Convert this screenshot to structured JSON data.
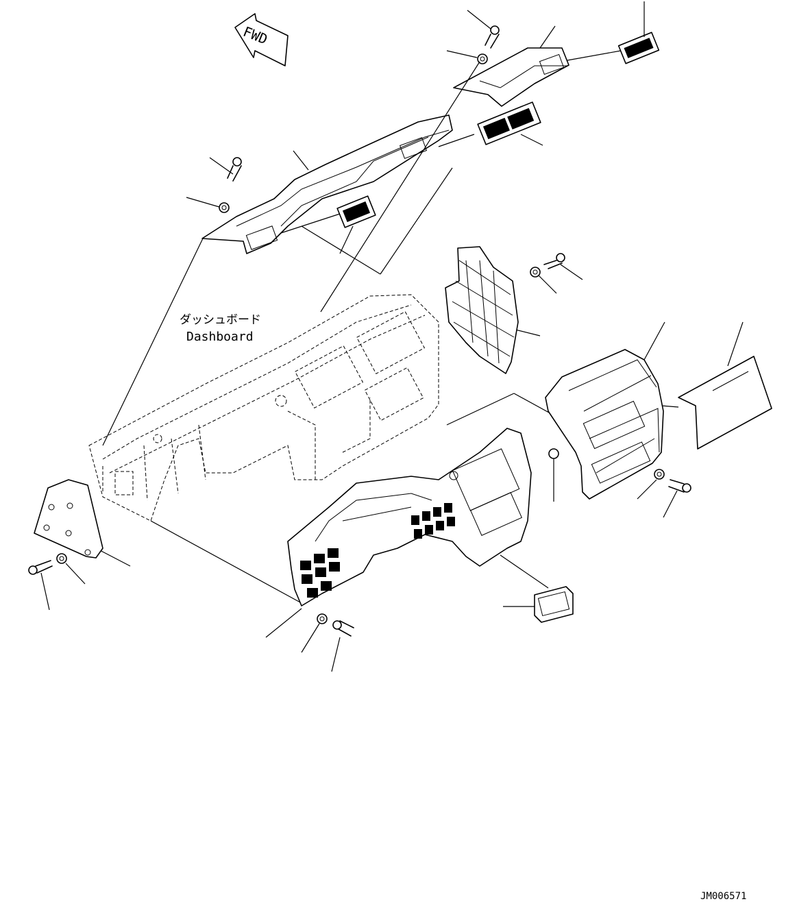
{
  "fwd_label": "FWD",
  "dashboard_label_jp": "ダッシュボード",
  "dashboard_label_en": "Dashboard",
  "drawing_id": "JM006571",
  "colors": {
    "line": "#000000",
    "background": "#ffffff"
  }
}
